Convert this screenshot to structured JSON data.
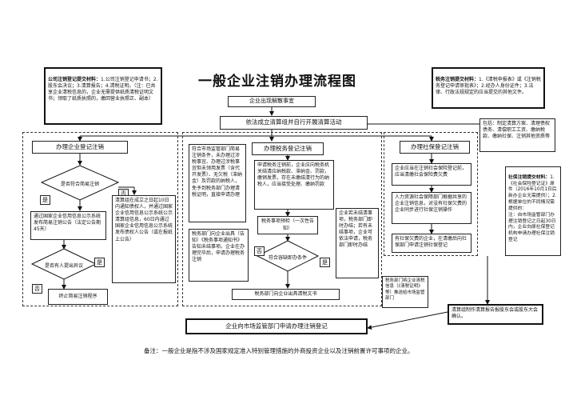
{
  "title": "一般企业注销办理流程图",
  "left_materials": {
    "header": "公司注销登记提交材料：",
    "text": "1.公司注销登记申请书；2.股东会决议；3.清算报告；4.清税证明。（注：已共享企业清税信息的，企业无需提供纸质清税证明文书；领取了纸质执照的，缴回营业执照正、副本）"
  },
  "right_materials": {
    "header": "税务注销提交材料：",
    "text": "1.《清税申报表》或《注销税务登记申请审批表》；2.经办人身份证件；3.法律、行政法规规定的应当提交的其他文件。"
  },
  "social_materials": {
    "header": "社保注销提交材料：",
    "text": "1.《社会保险登记证》原件（2016年10月1日后新办企业无需提供）；2.根据单位的不同情况需提供的：\n注：自市场监管部门办理注销登记之日起30日内，企业向原社保登记机构申请办理社保注销登记"
  },
  "steps": {
    "dissolve": "企业出现解散事宜",
    "liquidation": "依法成立清算组并自行开展清算活动",
    "liq_note": "包括：制定清算方案、清理债权债务、清偿职工工资、缴纳税款、缴纳社保、注销其他资质等",
    "market_cancel": "办理企业登记注销",
    "tax_cancel": "办理税务登记注销",
    "social_cancel": "办理社保登记注销",
    "simple_q": "是否符合简易注销",
    "yes1": "是",
    "no1": "否",
    "simple_notice": "通过国家企业信用信息公示系统发布简易注销公告（法定公告期45天）",
    "normal_notice": "清算组在成立之日起10日内通知债权人，并通过国家企业信用信息公示系统公示清算组信息，60日内通过国家企业信用信息公示系统发布债权人公告（或在报纸上公告）",
    "objection_q": "是否有人提出异议",
    "yes2": "是",
    "no2": "否",
    "terminate": "终止简易注销程序",
    "tax_info_share": "符合市场监管部门简易注销条件，未办理过涉税事宜、办理过涉税事宜但未领用发票（含代开发票）、无欠税（滞纳金）及罚款的纳税人，免予到税务部门办理清税证明，直接申请办理",
    "tax_check": "申请税务注销前，企业应向税务机关结清应纳税款、滞纳金、罚款，缴销发票，存在未缴结清行为的纳税人，应当接受处理、缴纳罚款",
    "tax_prereview": "税务事项预检（一次性告知）",
    "not_settled": "企业若未结清事项，税务部门即时办结；若有未结事项，企业可依法申请，税务部门即时办结",
    "tax_no_result": "税务部门向企业出具（告知）《税务事项通知书》告知未结事项。企业在办理完毕后，申请办理税务注销",
    "qualify_q": "符合容缺即办条件",
    "no3": "否",
    "yes3": "是",
    "tax_certificate": "税务部门向企业出具清税文书",
    "tax_share_note": "税务部门将企业清税信息（《清税证明》等）推送给市场监管部门",
    "social_check": "企业应当在注销社会保险登记前，应当清缴社会保险费欠费",
    "social_share": "人力资源社会保障部门根据共享的企业注销信息，对没有社保欠费的企业同步进行社保注销操作",
    "social_owe": "有社保欠费的企业，在清缴后向社保部门申请注销社保登记",
    "confirm": "清算组制作清算报告报股东会或股东大会确认。",
    "apply_final": "企业向市场监管部门申请办理注销登记",
    "footnote": "备注：一般企业是指不涉及国家规定准入特别管理措施的外商投资企业以及注销前置许可事项的企业。"
  }
}
